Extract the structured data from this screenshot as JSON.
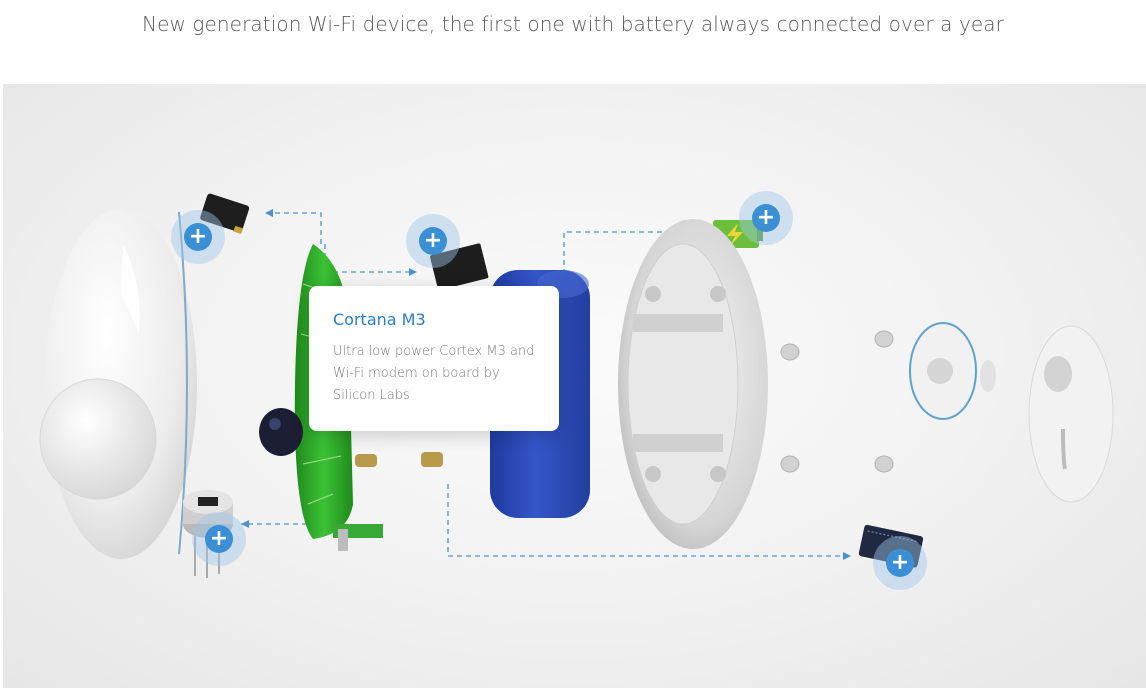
{
  "headline": "New generation Wi-Fi device, the first one with battery always connected over a year",
  "popup": {
    "title": "Cortana M3",
    "description": "Ultra low power Cortex M3 and Wi-Fi modem on board by Silicon Labs"
  },
  "hotspots": [
    {
      "id": "light-sensor",
      "symbol": "+"
    },
    {
      "id": "chip",
      "symbol": "+"
    },
    {
      "id": "battery",
      "symbol": "+"
    },
    {
      "id": "pir-sensor",
      "symbol": "+"
    },
    {
      "id": "accelerometer",
      "symbol": "+"
    }
  ],
  "colors": {
    "accent": "#3b8fd4",
    "pcb": "#2fae2a",
    "battery": "#2a49b8",
    "title": "#2a7fc9"
  }
}
